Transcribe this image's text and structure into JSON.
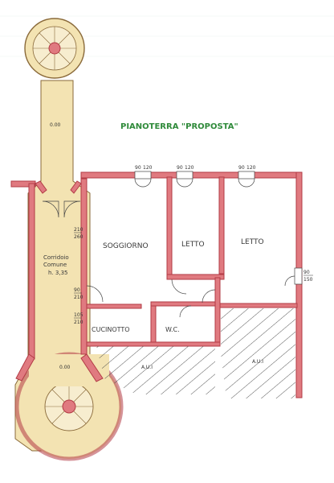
{
  "title": "PIANOTERRA \"PROPOSTA\"",
  "corridor": {
    "line1": "Corridoio",
    "line2": "Comune",
    "height": "h. 3,35"
  },
  "rooms": {
    "soggiorno": "SOGGIORNO",
    "letto1": "LETTO",
    "letto2": "LETTO",
    "cucinotto": "CUCINOTTO",
    "wc": "W.C."
  },
  "aui": [
    "A.U.I",
    "A.U.I"
  ],
  "levels": [
    "0.00",
    "0.00"
  ],
  "door_dims": [
    {
      "top": "210",
      "bottom": "260"
    },
    {
      "top": "90",
      "bottom": "210"
    },
    {
      "top": "105",
      "bottom": "210"
    }
  ],
  "window_dims": [
    {
      "top": "90",
      "bottom": "120"
    },
    {
      "top": "90",
      "bottom": "120"
    },
    {
      "top": "90",
      "bottom": "120"
    },
    {
      "top": "90",
      "bottom": "150"
    }
  ],
  "colors": {
    "wall": "#e07a80",
    "wall_stroke": "#b23b45",
    "corridor_fill": "#f3e3b2",
    "title_green": "#2f8a3a"
  }
}
